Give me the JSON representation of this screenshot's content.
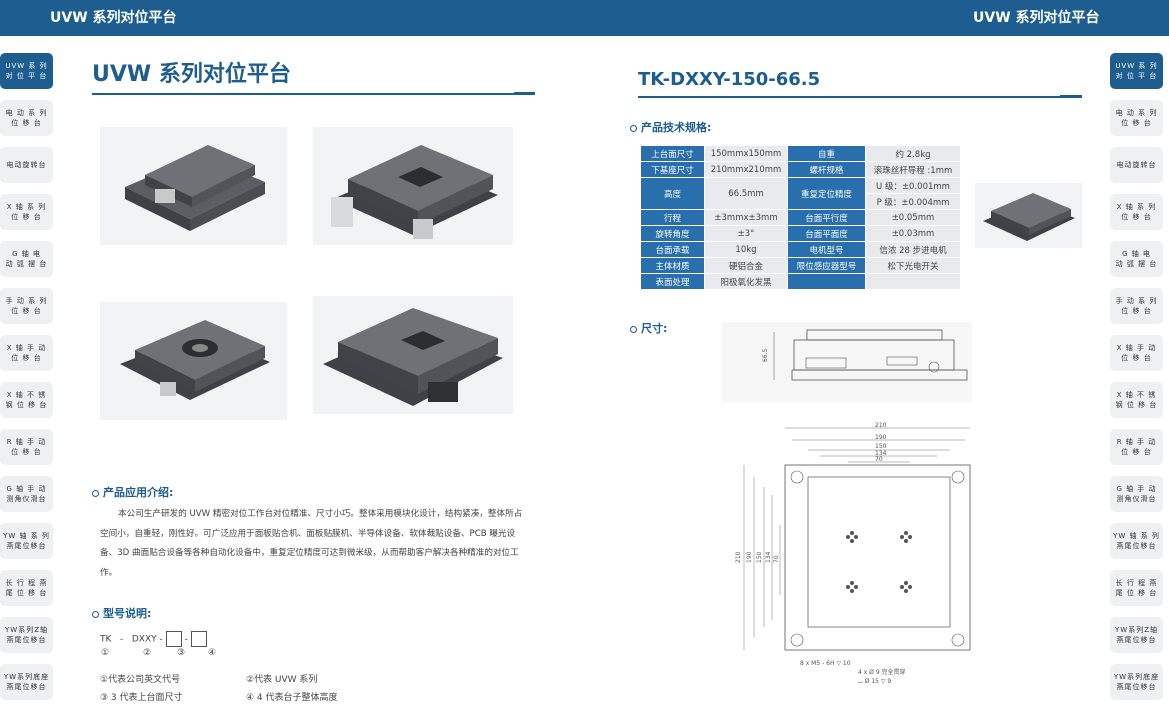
{
  "header": {
    "left_title": "UVW 系列对位平台",
    "right_title": "UVW 系列对位平台"
  },
  "left_sidebar": [
    {
      "label": "UVW 系 列\n对 位 平 台",
      "active": true
    },
    {
      "label": "电 动 系 列\n位 移 台",
      "active": false
    },
    {
      "label": "电动旋转台",
      "active": false
    },
    {
      "label": "X 轴 系 列\n位 移 台",
      "active": false
    },
    {
      "label": "G 轴 电\n动 弧 摆 台",
      "active": false
    },
    {
      "label": "手 动 系 列\n位 移 台",
      "active": false
    },
    {
      "label": "X 轴 手 动\n位 移 台",
      "active": false
    },
    {
      "label": "X 轴 不 锈\n钢 位 移 台",
      "active": false
    },
    {
      "label": "R 轴 手 动\n位 移 台",
      "active": false
    },
    {
      "label": "G 轴 手 动\n测角仪滑台",
      "active": false
    },
    {
      "label": "YW 轴 系 列\n燕尾位移台",
      "active": false
    },
    {
      "label": "长 行 程 燕\n尾 位 移 台",
      "active": false
    },
    {
      "label": "YW系列Z轴\n燕尾位移台",
      "active": false
    },
    {
      "label": "YW系列底座\n燕尾位移台",
      "active": false
    }
  ],
  "right_sidebar": [
    {
      "label": "UVW 系 列\n对 位 平 台",
      "active": true
    },
    {
      "label": "电 动 系 列\n位 移 台",
      "active": false
    },
    {
      "label": "电动旋转台",
      "active": false
    },
    {
      "label": "X 轴 系 列\n位 移 台",
      "active": false
    },
    {
      "label": "G 轴 电\n动 弧 摆 台",
      "active": false
    },
    {
      "label": "手 动 系 列\n位 移 台",
      "active": false
    },
    {
      "label": "X 轴 手 动\n位 移 台",
      "active": false
    },
    {
      "label": "X 轴 不 锈\n钢 位 移 台",
      "active": false
    },
    {
      "label": "R 轴 手 动\n位 移 台",
      "active": false
    },
    {
      "label": "G 轴 手 动\n测角仪滑台",
      "active": false
    },
    {
      "label": "YW 轴 系 列\n燕尾位移台",
      "active": false
    },
    {
      "label": "长 行 程 燕\n尾 位 移 台",
      "active": false
    },
    {
      "label": "YW系列Z轴\n燕尾位移台",
      "active": false
    },
    {
      "label": "YW系列底座\n燕尾位移台",
      "active": false
    }
  ],
  "left_page": {
    "title": "UVW 系列对位平台",
    "intro_heading": "产品应用介绍:",
    "intro_text": "本公司生产研发的 UVW 精密对位工作台对位精准、尺寸小巧。整体采用模块化设计，结构紧凑，整体所占空间小，自重轻，刚性好。可广泛应用于面板贴合机、面板贴膜机、半导体设备、软体裁贴设备、PCB 曝光设备、3D 曲面贴合设备等各种自动化设备中，重复定位精度可达到微米级，从而帮助客户解决各种精准的对位工作。",
    "model_heading": "型号说明:",
    "model": {
      "p1": "TK",
      "dash": "-",
      "p2": "DXXY",
      "n1": "①",
      "n2": "②",
      "n3": "③",
      "n4": "④"
    },
    "legend": [
      "①代表公司英文代号",
      "②代表 UVW 系列",
      "③ 3 代表上台面尺寸",
      "④ 4 代表台子整体高度"
    ]
  },
  "right_page": {
    "title": "TK-DXXY-150-66.5",
    "spec_heading": "产品技术规格:",
    "specs": [
      [
        "上台面尺寸",
        "150mmx150mm",
        "自重",
        "约 2.8kg"
      ],
      [
        "下基座尺寸",
        "210mmx210mm",
        "螺杆规格",
        "滚珠丝杆导程 :1mm"
      ],
      [
        "高度",
        "66.5mm",
        "重复定位精度",
        "U 级：±0.001mm"
      ],
      [
        "",
        "",
        "",
        "P 级：±0.004mm"
      ],
      [
        "行程",
        "±3mmx±3mm",
        "台面平行度",
        "±0.05mm"
      ],
      [
        "旋转角度",
        "±3°",
        "台面平面度",
        "±0.03mm"
      ],
      [
        "台面承载",
        "10kg",
        "电机型号",
        "信浓 28 步进电机"
      ],
      [
        "主体材质",
        "硬铝合金",
        "限位感应器型号",
        "松下光电开关"
      ],
      [
        "表面处理",
        "阳极氧化发黑",
        "",
        ""
      ]
    ],
    "dim_heading": "尺寸:",
    "drawing": {
      "height_dim": "66.5",
      "top_dims": [
        "210",
        "190",
        "150",
        "134",
        "70"
      ],
      "side_dims": [
        "210",
        "190",
        "150",
        "134",
        "70"
      ],
      "note1": "8 x M5 - 6H ▽ 10",
      "note2": "4 x Ø 9 完全贯穿",
      "note3": "⌴ Ø 15 ▽ 9"
    }
  }
}
